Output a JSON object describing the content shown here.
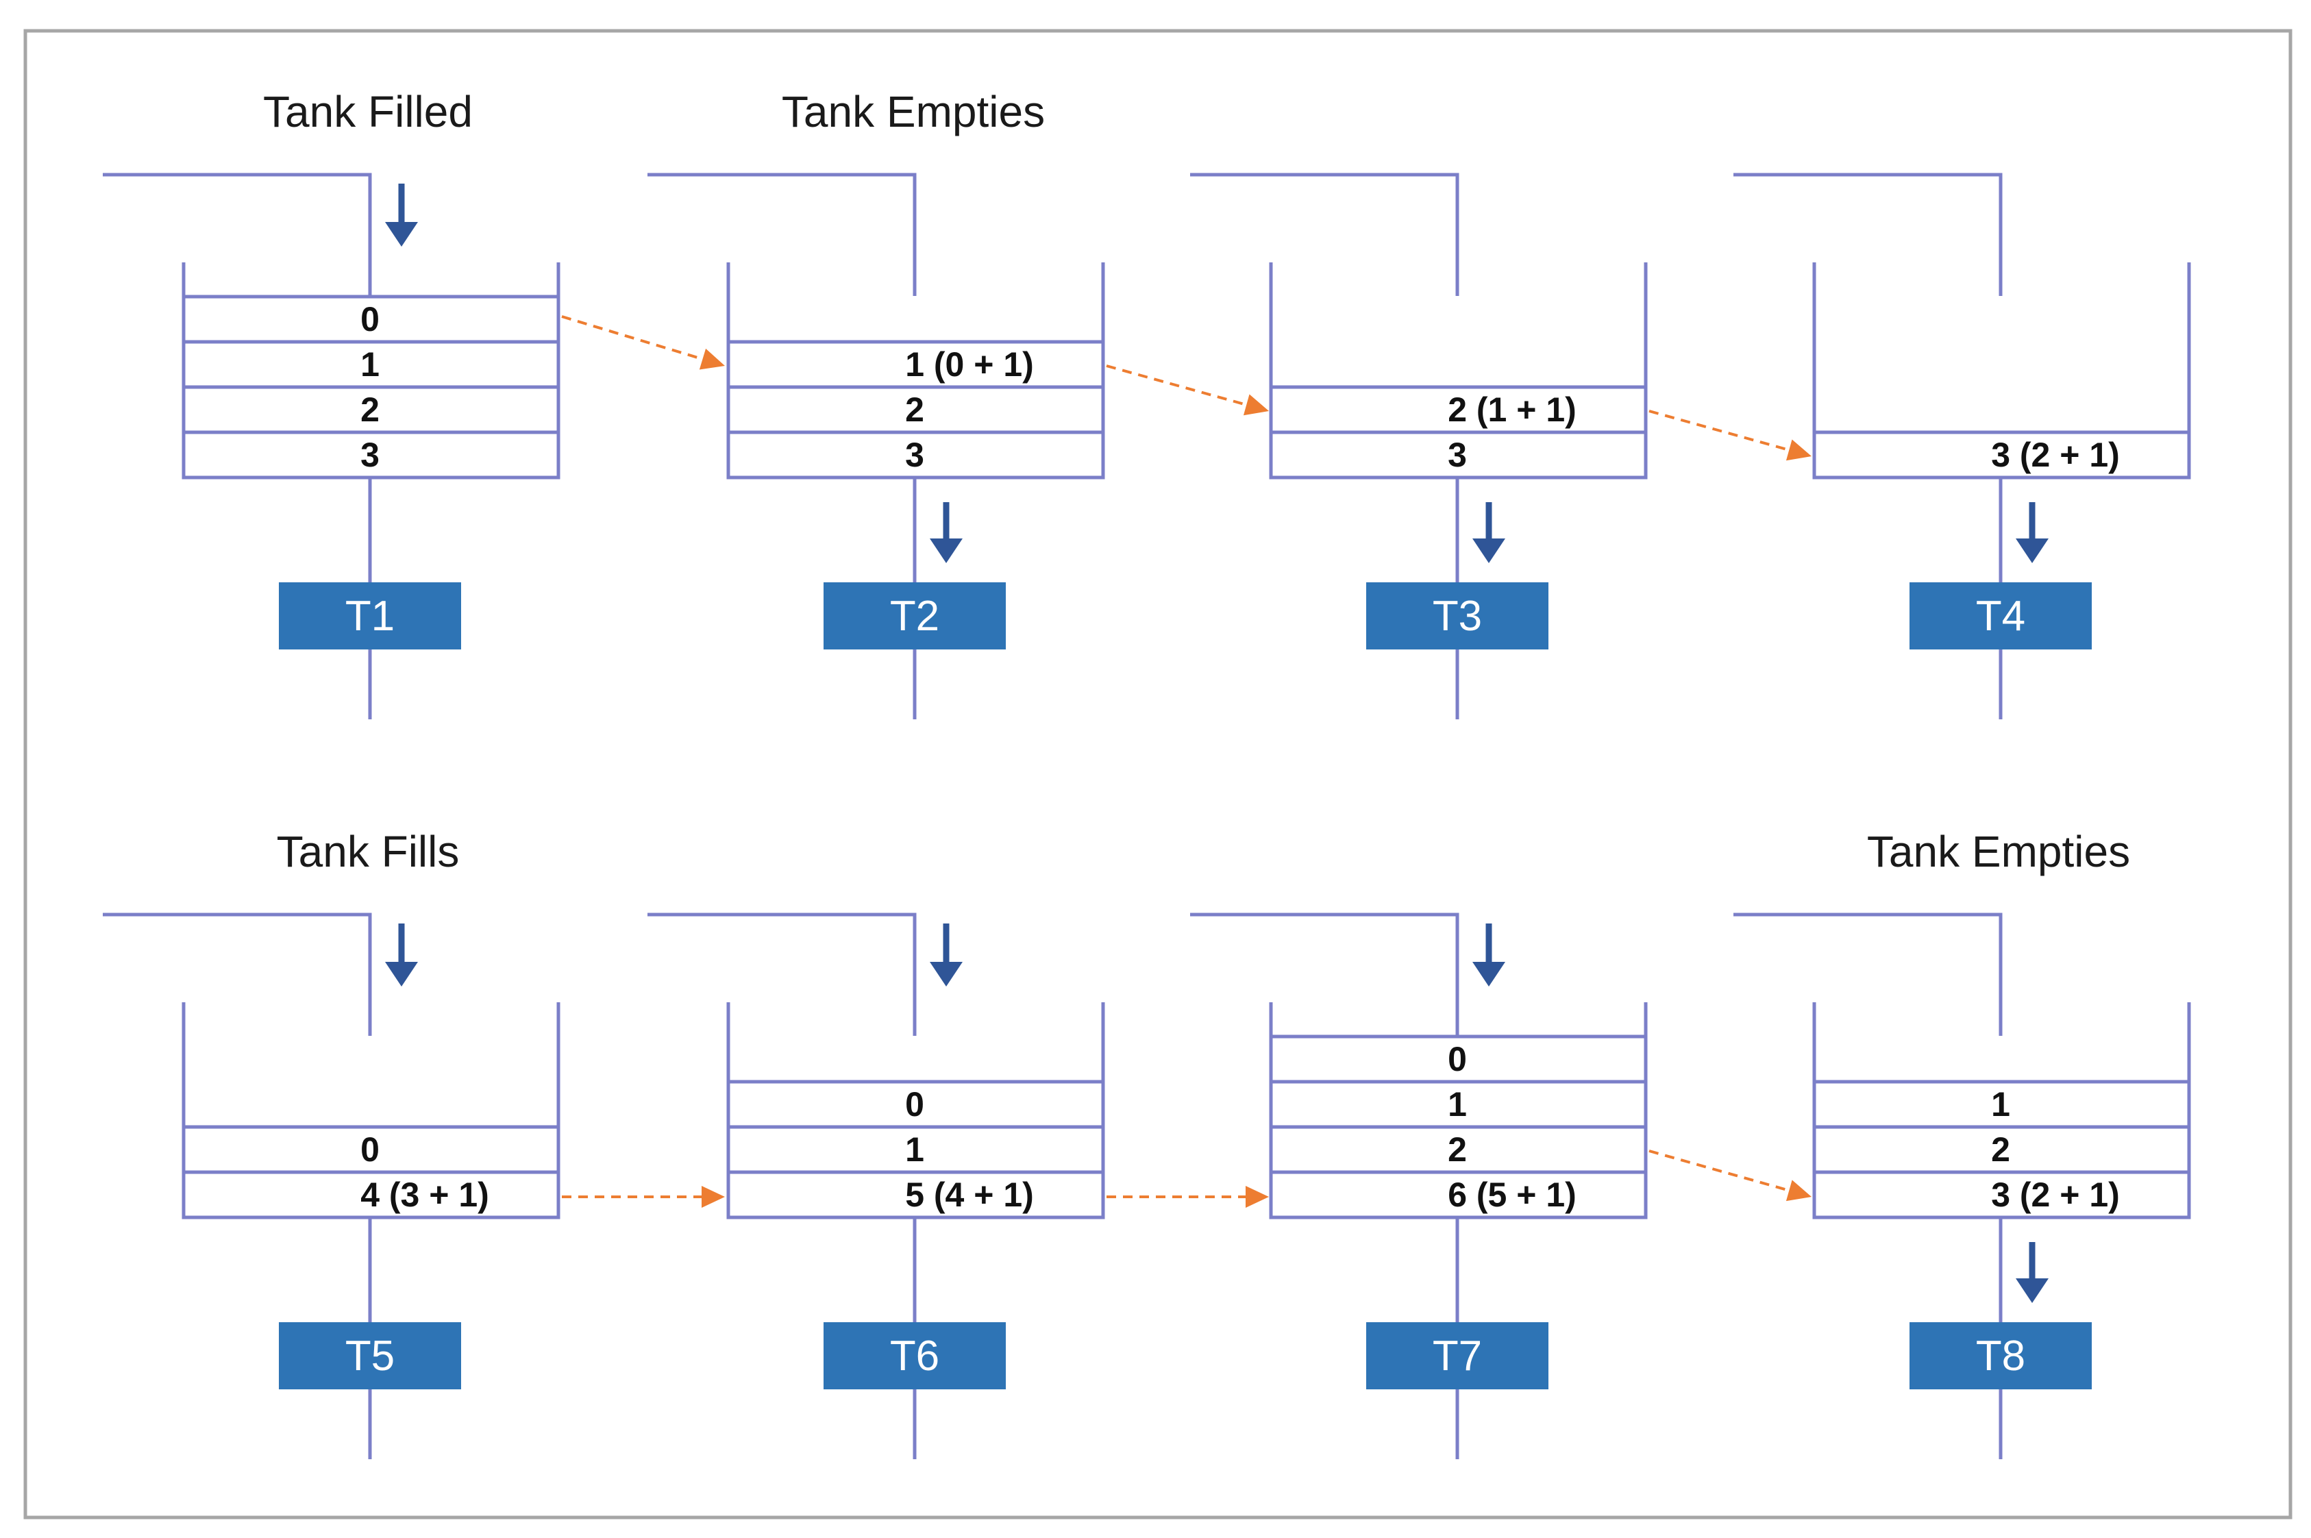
{
  "titles": {
    "t1": "Tank Filled",
    "t2": "Tank Empties",
    "t5": "Tank Fills",
    "t8": "Tank Empties"
  },
  "stages": [
    {
      "label": "T1",
      "cells": [
        "0",
        "1",
        "2",
        "3"
      ]
    },
    {
      "label": "T2",
      "cells": [
        "1 (0 + 1)",
        "2",
        "3"
      ]
    },
    {
      "label": "T3",
      "cells": [
        "2 (1 + 1)",
        "3"
      ]
    },
    {
      "label": "T4",
      "cells": [
        "3 (2 + 1)"
      ]
    },
    {
      "label": "T5",
      "cells": [
        "0",
        "4 (3 + 1)"
      ]
    },
    {
      "label": "T6",
      "cells": [
        "0",
        "1",
        "5 (4 + 1)"
      ]
    },
    {
      "label": "T7",
      "cells": [
        "0",
        "1",
        "2",
        "6 (5 + 1)"
      ]
    },
    {
      "label": "T8",
      "cells": [
        "1",
        "2",
        "3 (2 + 1)"
      ]
    }
  ],
  "colors": {
    "tank_outline": "#7b7fc8",
    "flow_arrow": "#2f5597",
    "transfer_arrow": "#ed7d31",
    "stage_label_bg": "#2e74b5",
    "frame": "#a6a6a6"
  }
}
